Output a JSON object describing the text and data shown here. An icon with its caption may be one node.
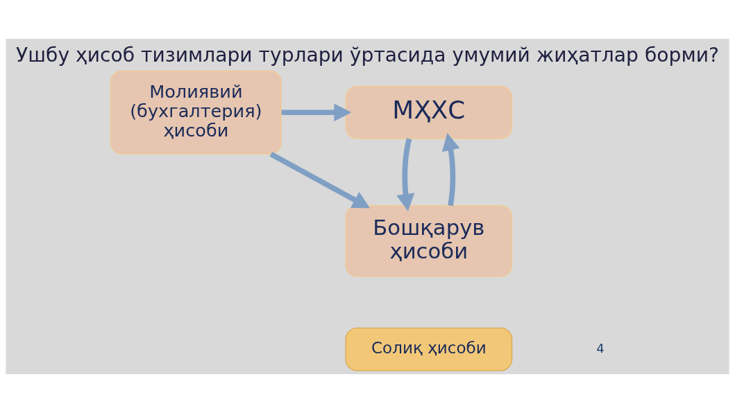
{
  "diagram": {
    "title": "Ушбу ҳисоб тизимлари турлари ўртасида умумий жиҳатлар борми?",
    "nodes": [
      {
        "text": [
          "Молиявий (бухгалтерия) ҳисоби"
        ]
      },
      {
        "text": [
          "МҲХС"
        ]
      },
      {
        "text": [
          "Бошқарув ҳисоби"
        ]
      },
      {
        "text": [
          "Солиқ ҳисоби"
        ]
      }
    ],
    "edges": [
      {
        "from": 0,
        "to": 1,
        "arrow": "to"
      },
      {
        "from": 0,
        "to": 2,
        "arrow": "to"
      },
      {
        "from": 2,
        "to": 1,
        "arrow": "to"
      },
      {
        "from": 1,
        "to": 2,
        "arrow": "to"
      }
    ],
    "labels": [
      "4"
    ]
  }
}
